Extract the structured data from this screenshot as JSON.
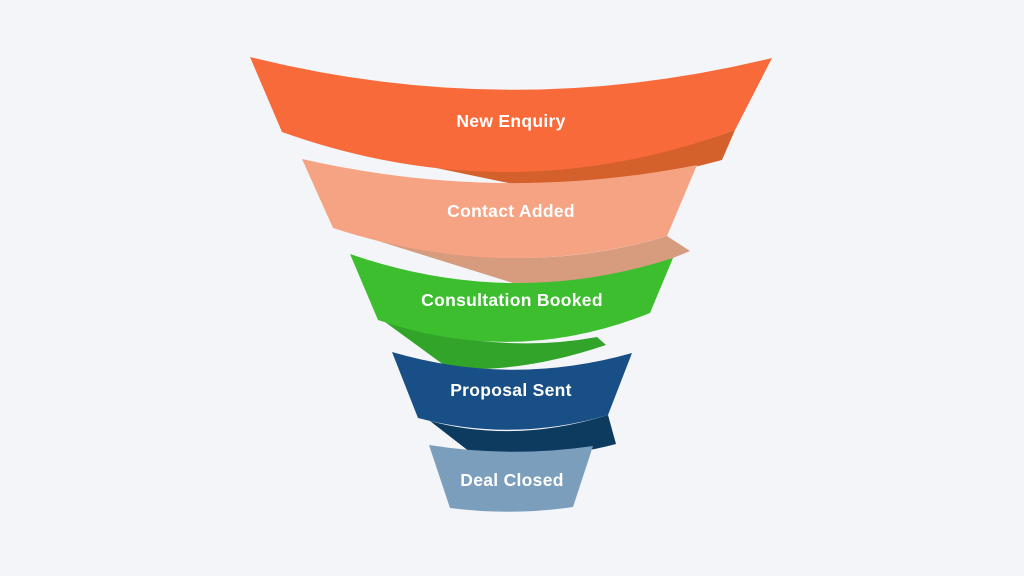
{
  "colors": {
    "background": "#F4F5F8",
    "label_text": "#FFFFFF"
  },
  "funnel": {
    "type": "funnel",
    "stages": [
      {
        "label": "New Enquiry",
        "color": "#F96A3B",
        "fold_color": "#D4602B"
      },
      {
        "label": "Contact Added",
        "color": "#F6A384",
        "fold_color": "#D79B7E"
      },
      {
        "label": "Consultation Booked",
        "color": "#3DBE2F",
        "fold_color": "#32A42A"
      },
      {
        "label": "Proposal Sent",
        "color": "#184F86",
        "fold_color": "#0D3A5F"
      },
      {
        "label": "Deal Closed",
        "color": "#7C9EBD"
      }
    ]
  }
}
